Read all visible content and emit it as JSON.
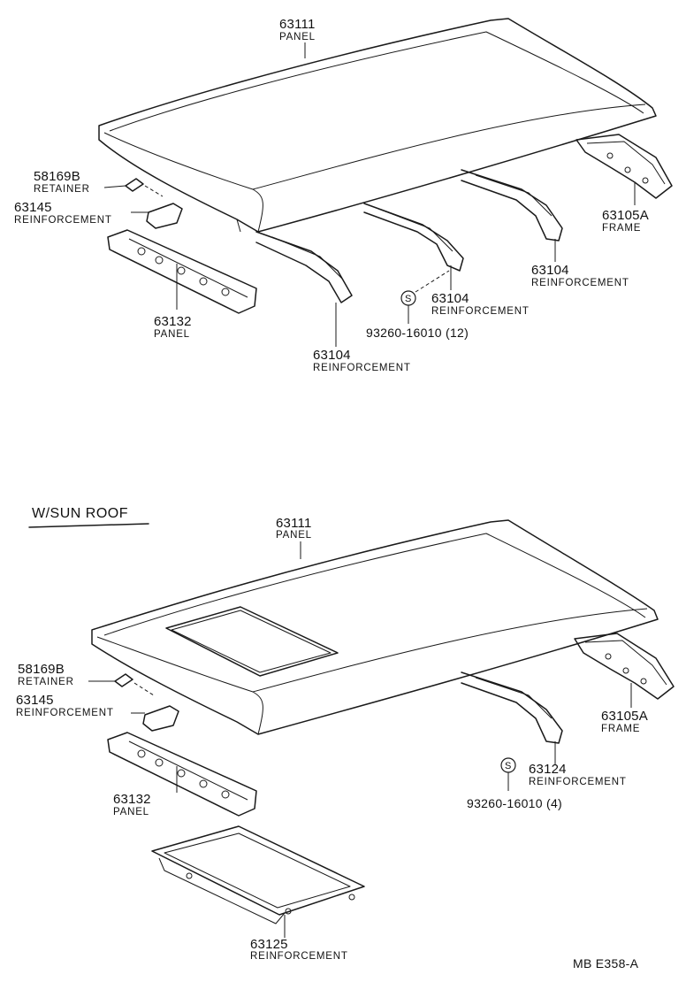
{
  "diagram": {
    "top": {
      "roof_panel": {
        "number": "63111",
        "name": "PANEL"
      },
      "retainer": {
        "number": "58169B",
        "name": "RETAINER"
      },
      "reinforcement_front": {
        "number": "63145",
        "name": "REINFORCEMENT"
      },
      "front_panel": {
        "number": "63132",
        "name": "PANEL"
      },
      "frame": {
        "number": "63105A",
        "name": "FRAME"
      },
      "bow_rear": {
        "number": "63104",
        "name": "REINFORCEMENT"
      },
      "bow_middle": {
        "number": "63104",
        "name": "REINFORCEMENT"
      },
      "bow_front": {
        "number": "63104",
        "name": "REINFORCEMENT"
      },
      "screw": {
        "symbol": "S",
        "number": "93260-16010 (12)"
      }
    },
    "bottom": {
      "title": "W/SUN  ROOF",
      "roof_panel": {
        "number": "63111",
        "name": "PANEL"
      },
      "retainer": {
        "number": "58169B",
        "name": "RETAINER"
      },
      "reinforcement_front": {
        "number": "63145",
        "name": "REINFORCEMENT"
      },
      "front_panel": {
        "number": "63132",
        "name": "PANEL"
      },
      "frame": {
        "number": "63105A",
        "name": "FRAME"
      },
      "bow": {
        "number": "63124",
        "name": "REINFORCEMENT"
      },
      "screw": {
        "symbol": "S",
        "number": "93260-16010 (4)"
      },
      "sunroof_reinforcement": {
        "number": "63125",
        "name": "REINFORCEMENT"
      }
    },
    "code": "MB  E358-A"
  }
}
